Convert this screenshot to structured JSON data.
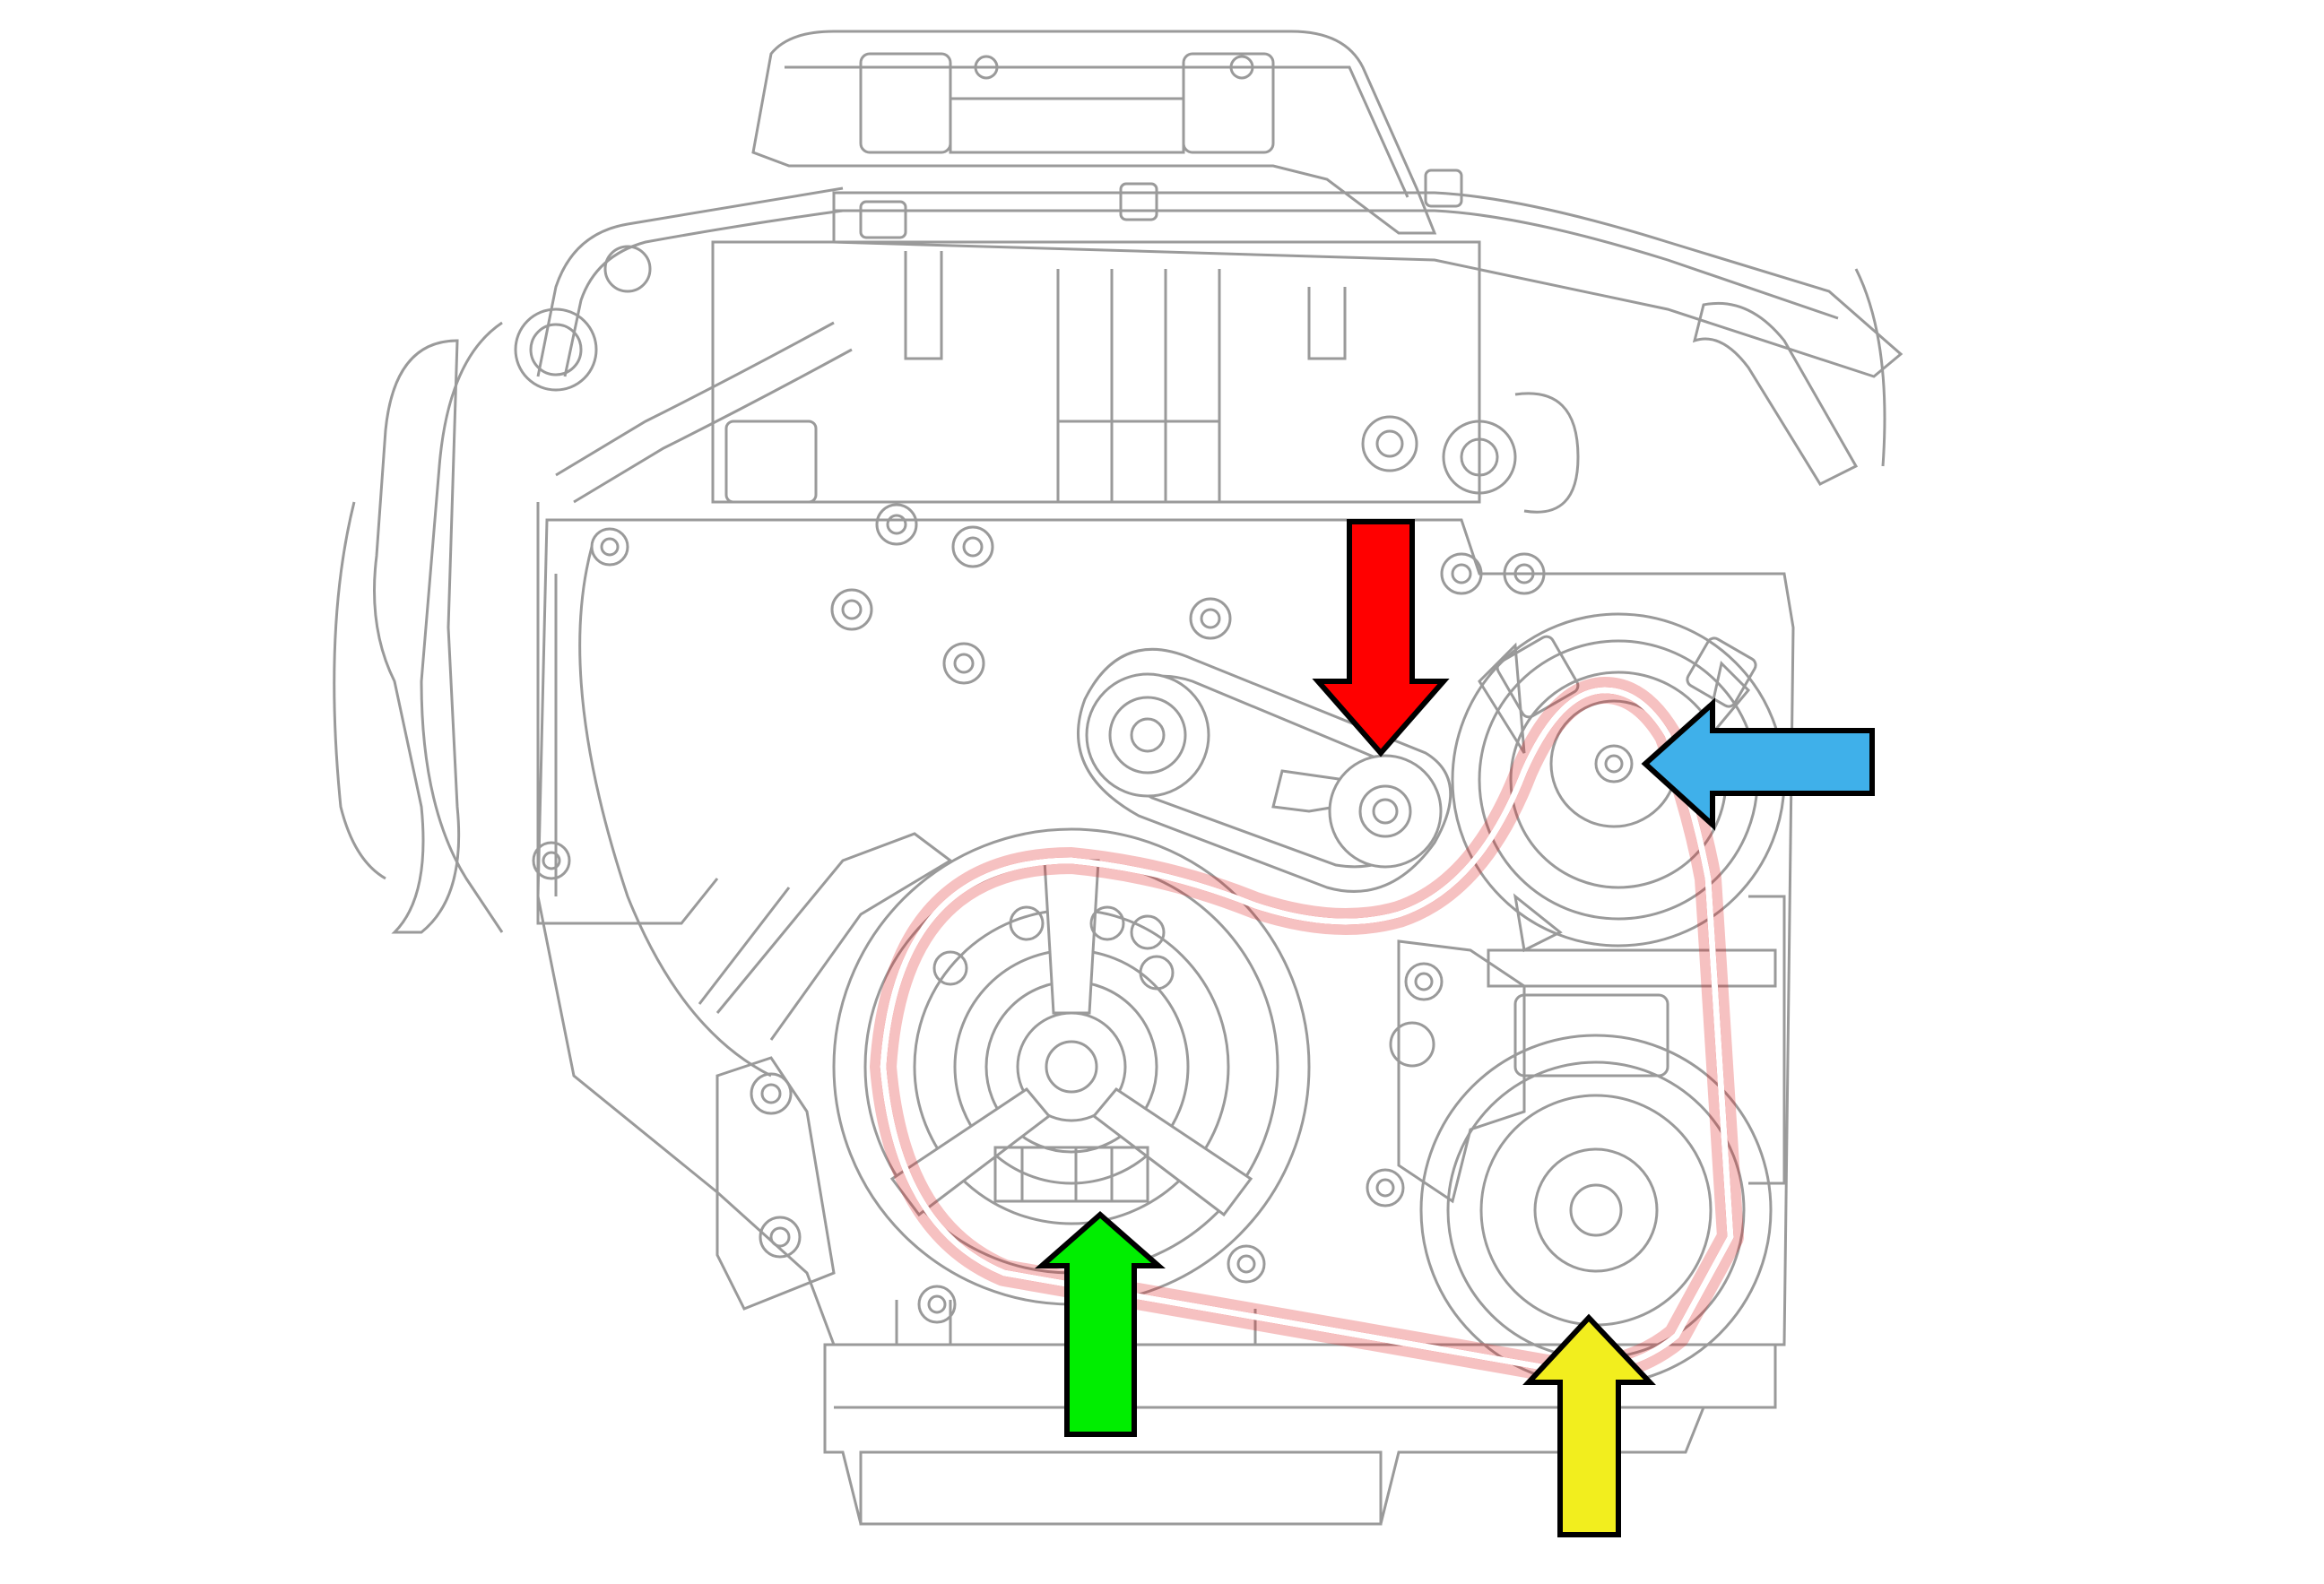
{
  "diagram": {
    "subject": "engine-front-accessory-drive-outline",
    "colors": {
      "line": "#9a9a9a",
      "belt": "#e02020",
      "arrow_red": "#ff0000",
      "arrow_blue": "#3fb0ea",
      "arrow_green": "#00ee00",
      "arrow_yellow": "#f2ee1e",
      "outline": "#000000"
    },
    "arrows": [
      {
        "id": "red",
        "direction": "down",
        "target": "belt-tensioner"
      },
      {
        "id": "blue",
        "direction": "left",
        "target": "idler-pulley"
      },
      {
        "id": "green",
        "direction": "up",
        "target": "crankshaft-pulley"
      },
      {
        "id": "yellow",
        "direction": "up",
        "target": "lower-accessory-pulley"
      }
    ]
  }
}
